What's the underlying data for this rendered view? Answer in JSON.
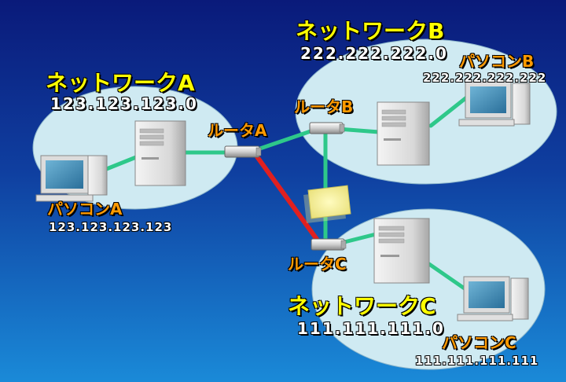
{
  "networks": [
    {
      "name": "ネットワークA",
      "address": "123.123.123.0"
    },
    {
      "name": "ネットワークB",
      "address": "222.222.222.0"
    },
    {
      "name": "ネットワークC",
      "address": "111.111.111.0"
    }
  ],
  "pcs": [
    {
      "name": "パソコンA",
      "ip": "123.123.123.123"
    },
    {
      "name": "パソコンB",
      "ip": "222.222.222.222"
    },
    {
      "name": "パソコンC",
      "ip": "111.111.111.111"
    }
  ],
  "routers": [
    {
      "name": "ルータA"
    },
    {
      "name": "ルータB"
    },
    {
      "name": "ルータC"
    }
  ],
  "colors": {
    "bg_top": "#0a1a7a",
    "bg_bottom": "#1a8ad8",
    "network_fill": "#cfeaf2",
    "network_title": "#ffff00",
    "device_label": "#ff9a00",
    "normal_link": "#2ec88a",
    "active_link": "#e02020",
    "packet": "#f2ee90"
  }
}
